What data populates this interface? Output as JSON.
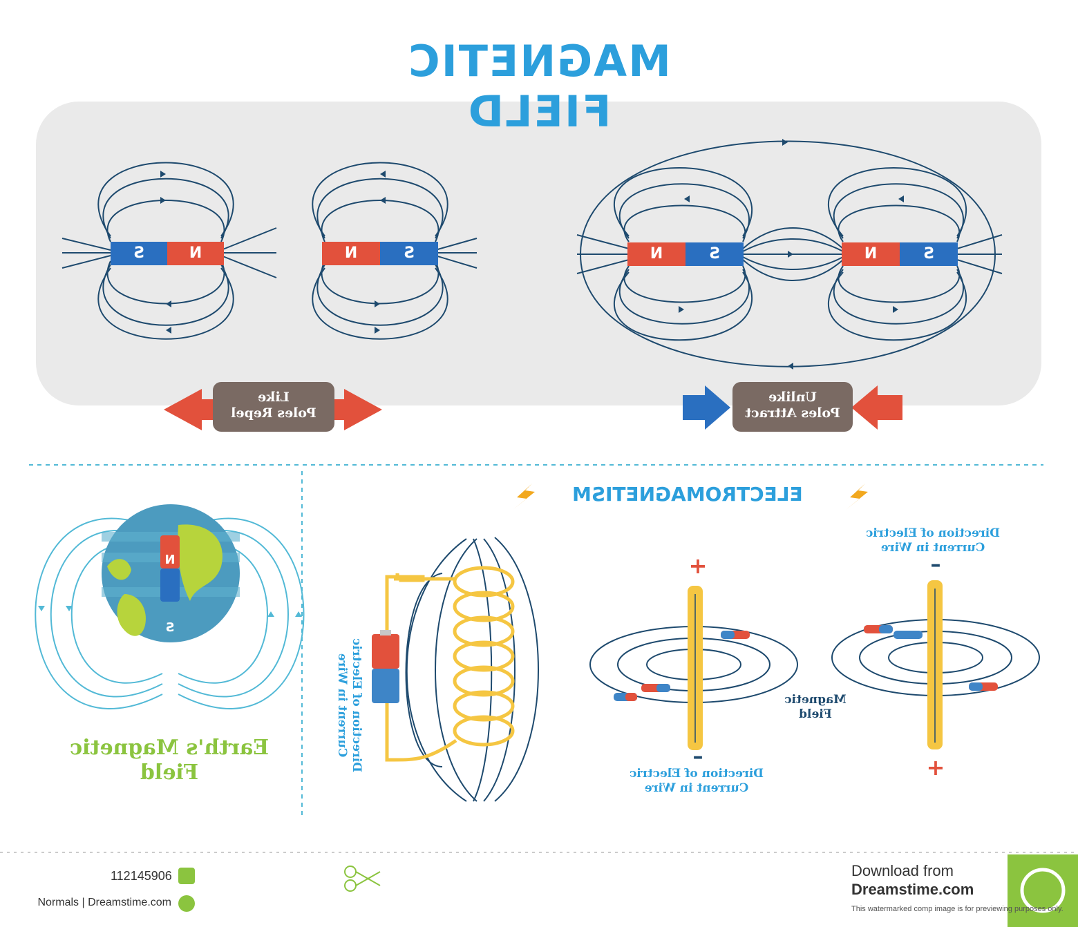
{
  "title": "MAGNETIC FIELD",
  "top_panel": {
    "like": {
      "line1": "Like",
      "line2": "Poles Repel"
    },
    "unlike": {
      "line1": "Unlike",
      "line2": "Poles Attract"
    },
    "pole_n": "N",
    "pole_s": "S"
  },
  "earth": {
    "label_line1": "Earth's Magnetic",
    "label_line2": "Field",
    "pole_n": "N",
    "pole_s": "S"
  },
  "electromagnetism": {
    "title": "ELECTROMAGNETISM",
    "coil_label_line1": "Direction of Electric",
    "coil_label_line2": "Current in Wire",
    "wire_label_line1": "Direction of Electric",
    "wire_label_line2": "Current in Wire",
    "wire2_label_line1": "Direction of Electric",
    "wire2_label_line2": "Current in Wire",
    "magnetic_field_line1": "Magnetic",
    "magnetic_field_line2": "Field",
    "plus": "+",
    "minus": "–"
  },
  "colors": {
    "blue": "#2c9fdc",
    "line": "#1e4a6e",
    "north": "#e2513c",
    "south": "#2a6fc0",
    "badge": "#7a6a63",
    "green": "#8bc43f",
    "wire": "#f5c642"
  },
  "footer": {
    "download_line1": "Download from",
    "download_line2": "Dreamstime.com",
    "disclaimer": "This watermarked comp image is for previewing purposes only.",
    "id_value": "112145906",
    "credit": "Normals | Dreamstime.com"
  }
}
